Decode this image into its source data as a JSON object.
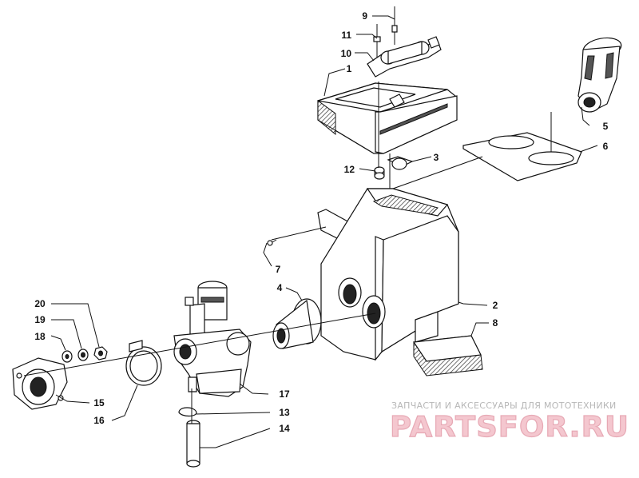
{
  "callouts": [
    {
      "id": "1",
      "label": "1"
    },
    {
      "id": "2",
      "label": "2"
    },
    {
      "id": "3",
      "label": "3"
    },
    {
      "id": "4",
      "label": "4"
    },
    {
      "id": "5",
      "label": "5"
    },
    {
      "id": "6",
      "label": "6"
    },
    {
      "id": "7",
      "label": "7"
    },
    {
      "id": "8",
      "label": "8"
    },
    {
      "id": "9",
      "label": "9"
    },
    {
      "id": "10",
      "label": "10"
    },
    {
      "id": "11",
      "label": "11"
    },
    {
      "id": "12",
      "label": "12"
    },
    {
      "id": "13",
      "label": "13"
    },
    {
      "id": "14",
      "label": "14"
    },
    {
      "id": "15",
      "label": "15"
    },
    {
      "id": "16",
      "label": "16"
    },
    {
      "id": "17",
      "label": "17"
    },
    {
      "id": "18",
      "label": "18"
    },
    {
      "id": "19",
      "label": "19"
    },
    {
      "id": "20",
      "label": "20"
    }
  ],
  "watermark": {
    "tagline": "ЗАПЧАСТИ И АКСЕССУАРЫ ДЛЯ МОТОТЕХНИКИ",
    "logo": "PARTSFOR.RU"
  }
}
